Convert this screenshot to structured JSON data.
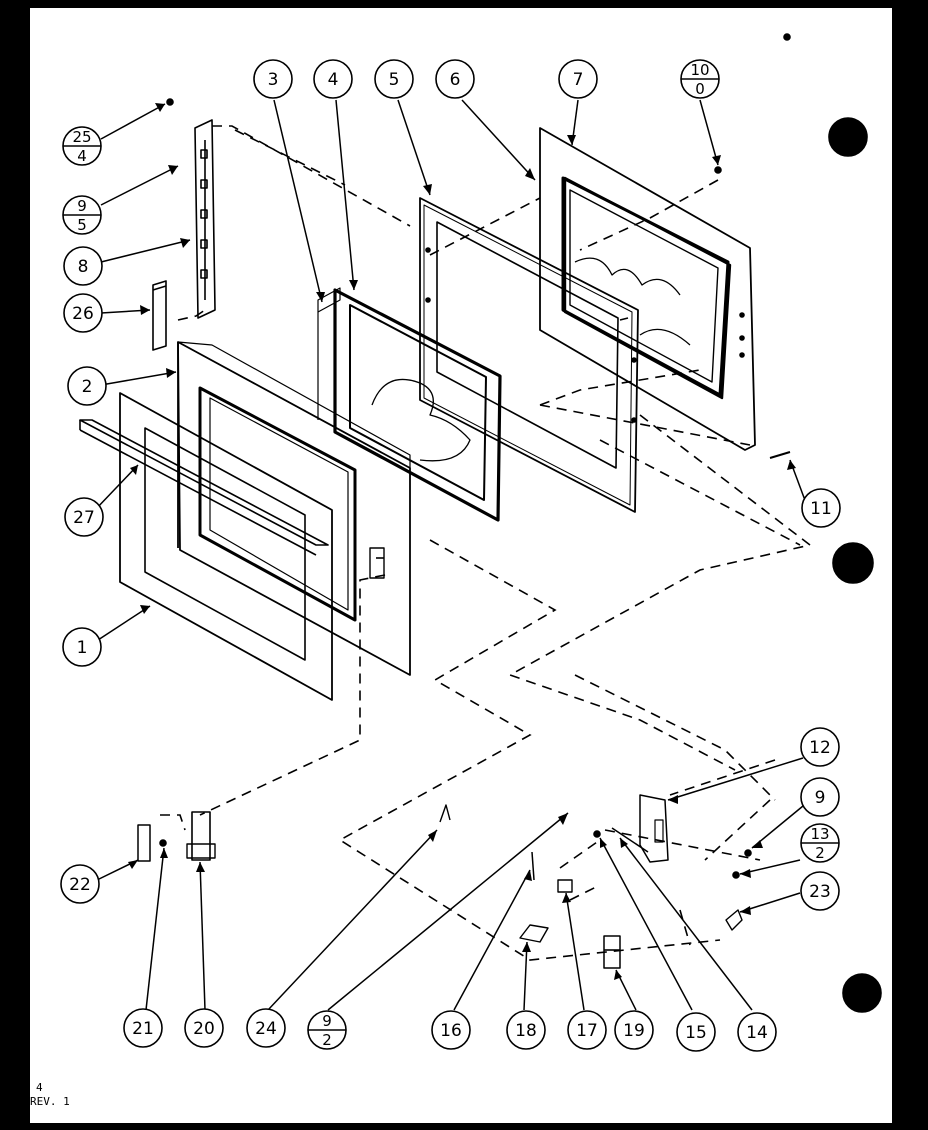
{
  "callouts": [
    {
      "id": "1",
      "label": "1"
    },
    {
      "id": "2",
      "label": "2"
    },
    {
      "id": "3",
      "label": "3"
    },
    {
      "id": "4",
      "label": "4"
    },
    {
      "id": "5",
      "label": "5"
    },
    {
      "id": "6",
      "label": "6"
    },
    {
      "id": "7",
      "label": "7"
    },
    {
      "id": "8",
      "label": "8"
    },
    {
      "id": "9",
      "label": "9"
    },
    {
      "id": "11",
      "label": "11"
    },
    {
      "id": "12",
      "label": "12"
    },
    {
      "id": "14",
      "label": "14"
    },
    {
      "id": "15",
      "label": "15"
    },
    {
      "id": "16",
      "label": "16"
    },
    {
      "id": "17",
      "label": "17"
    },
    {
      "id": "18",
      "label": "18"
    },
    {
      "id": "19",
      "label": "19"
    },
    {
      "id": "20",
      "label": "20"
    },
    {
      "id": "21",
      "label": "21"
    },
    {
      "id": "22",
      "label": "22"
    },
    {
      "id": "23",
      "label": "23"
    },
    {
      "id": "24",
      "label": "24"
    },
    {
      "id": "26",
      "label": "26"
    },
    {
      "id": "27",
      "label": "27"
    }
  ],
  "fractions": [
    {
      "id": "25-4",
      "top": "25",
      "bottom": "4"
    },
    {
      "id": "9-5",
      "top": "9",
      "bottom": "5"
    },
    {
      "id": "10-0",
      "top": "10",
      "bottom": "0"
    },
    {
      "id": "13-2",
      "top": "13",
      "bottom": "2"
    },
    {
      "id": "9-2",
      "top": "9",
      "bottom": "2"
    }
  ],
  "footer": {
    "page": "4",
    "revision": "REV. 1"
  }
}
